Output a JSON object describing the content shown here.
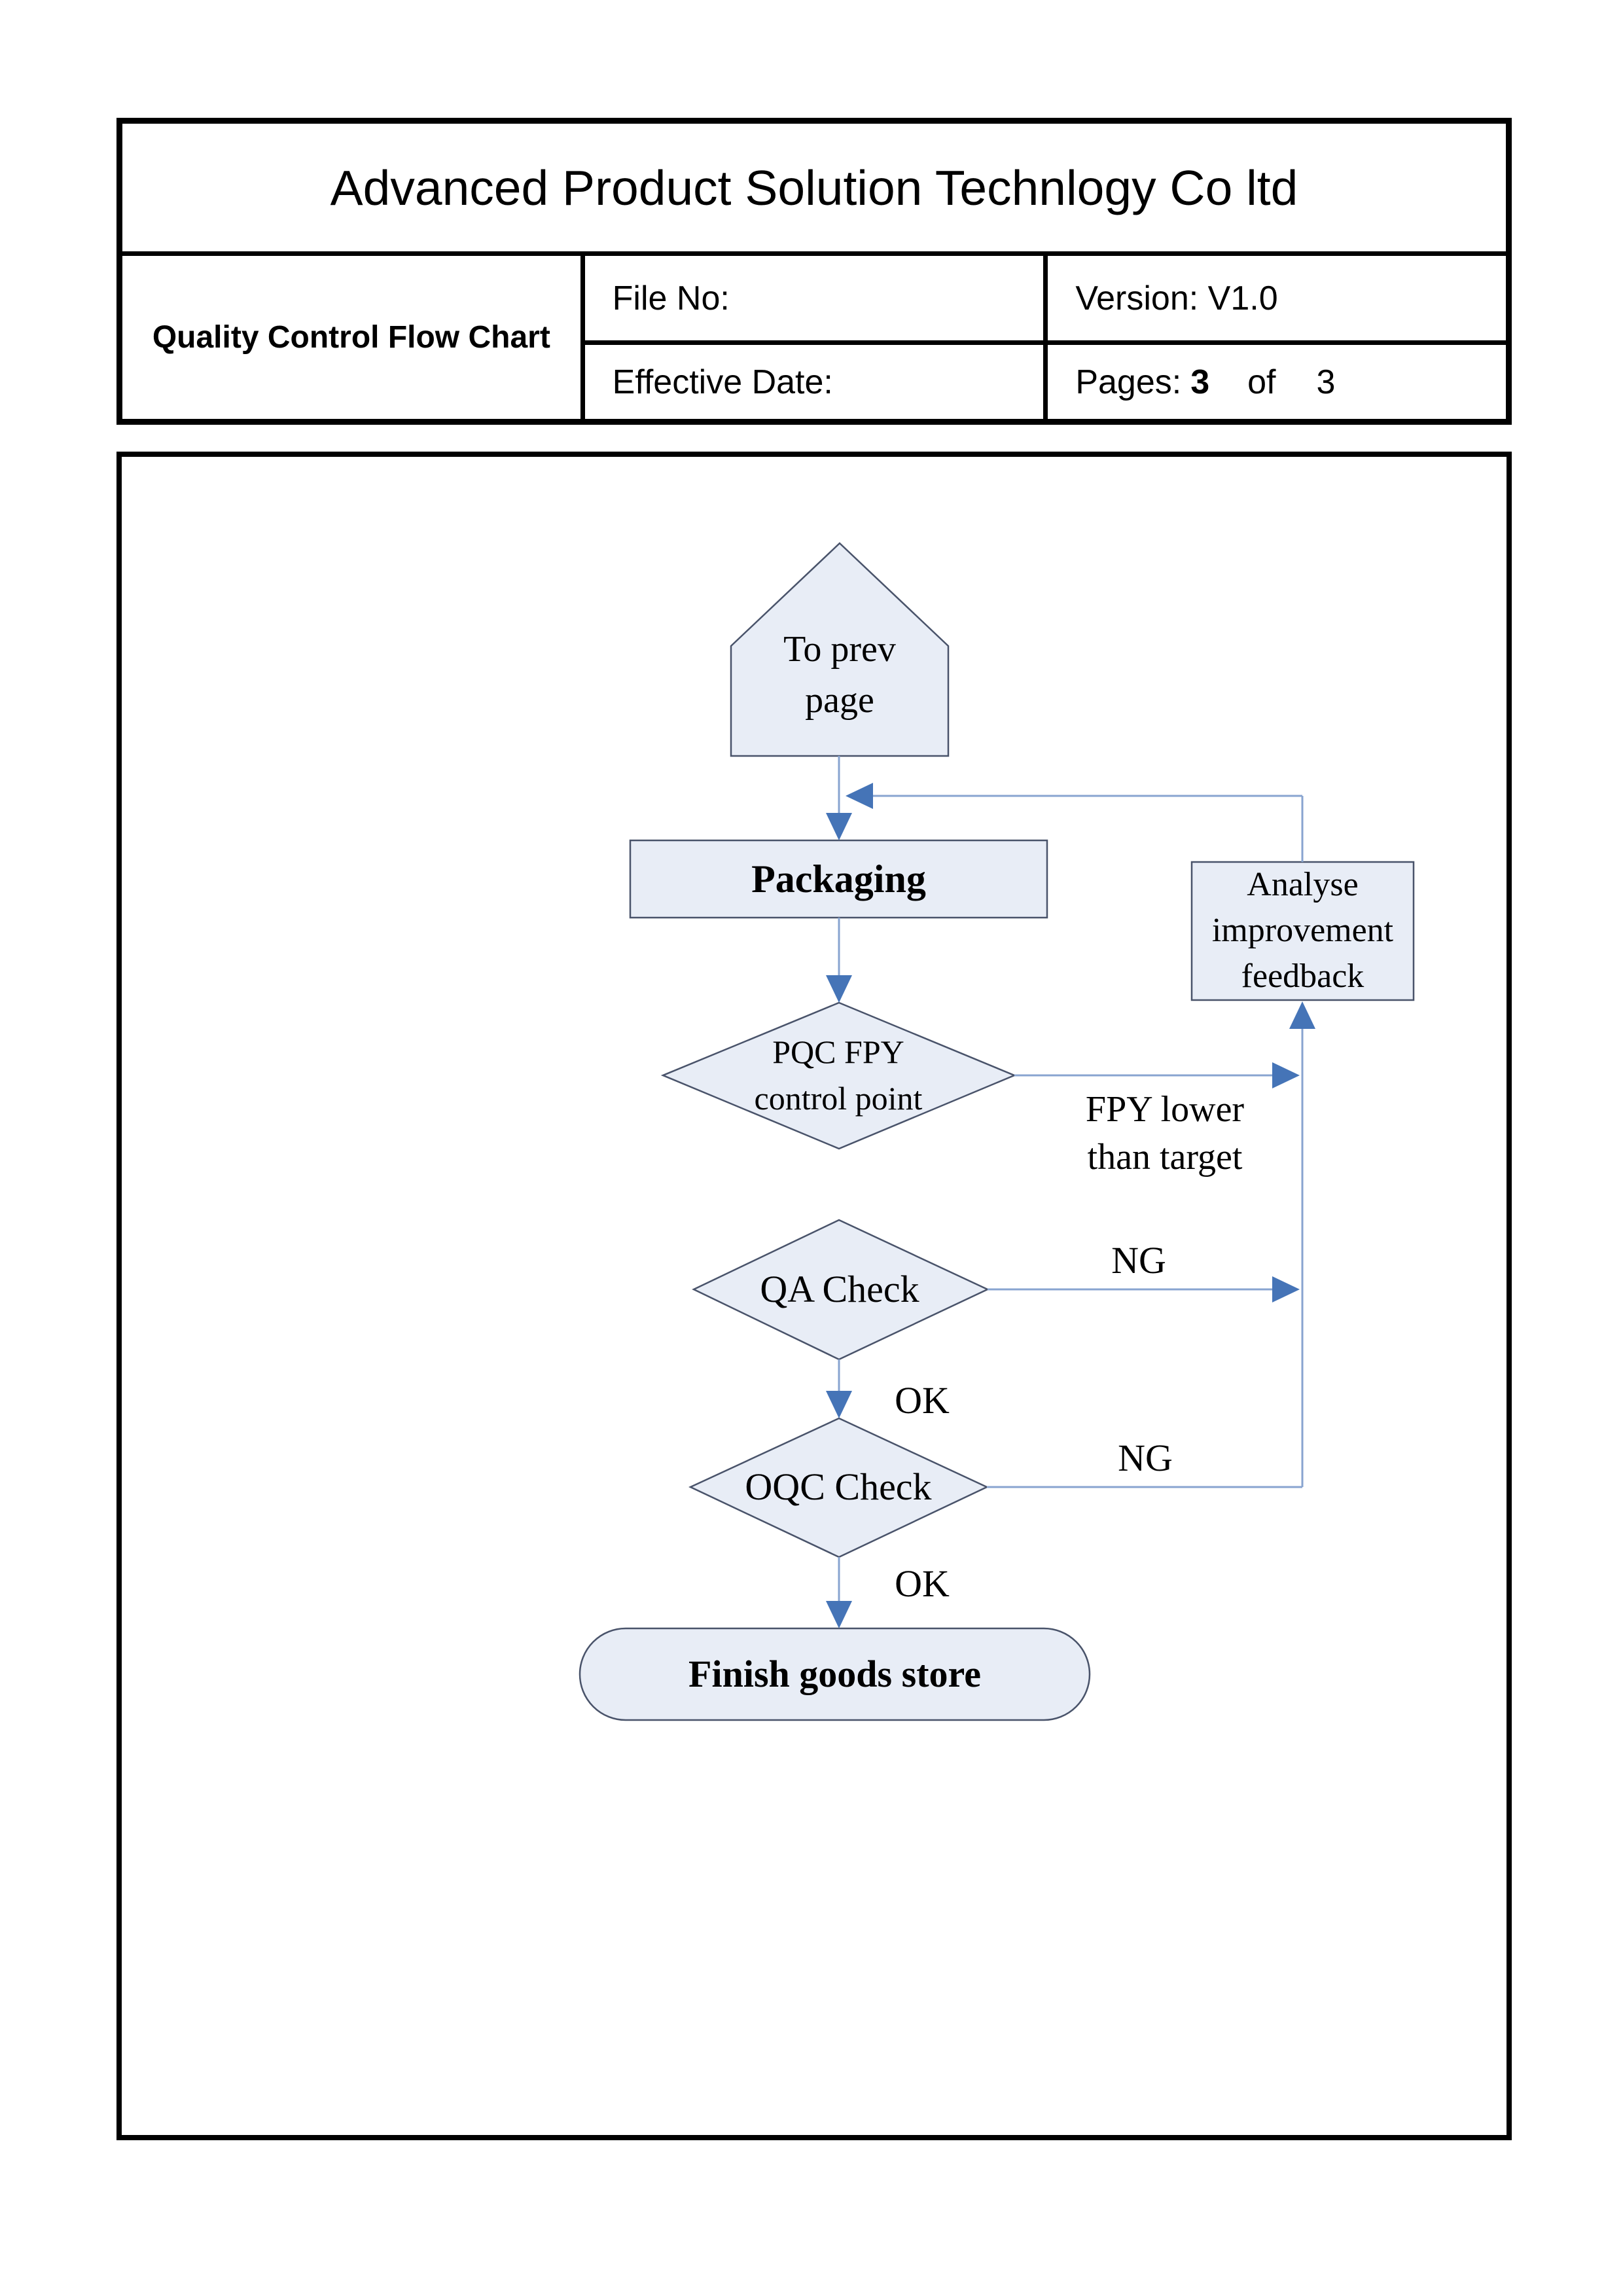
{
  "header": {
    "company": "Advanced Product Solution Technlogy Co ltd",
    "doc_title": "Quality Control Flow Chart",
    "file_no": "File No:",
    "version": "Version: V1.0",
    "effective_date": "Effective Date:",
    "pages_label": "Pages:",
    "pages_current": "3",
    "pages_of": "of",
    "pages_total": "3"
  },
  "flowchart": {
    "nodes": {
      "to_prev": "To prev\npage",
      "packaging": "Packaging",
      "analyse": "Analyse\nimprovement\nfeedback",
      "pqc": "PQC  FPY\ncontrol point",
      "qa": "QA Check",
      "oqc": "OQC Check",
      "finish": "Finish goods store"
    },
    "labels": {
      "fpy_condition": "FPY lower\nthan target",
      "qa_ng": "NG",
      "qa_ok": "OK",
      "oqc_ng": "NG",
      "oqc_ok": "OK"
    },
    "colors": {
      "shape_fill": "#e8edf6",
      "shape_border": "#49536a",
      "connector_line": "#88a4d0",
      "arrowhead": "#4574b7"
    }
  }
}
